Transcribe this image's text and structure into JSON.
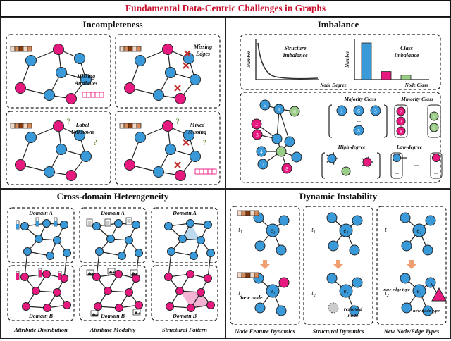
{
  "title": "Fundamental Data-Centric Challenges in Graphs",
  "colors": {
    "title_red": "#c8102e",
    "node_blue": "#3a9ad9",
    "node_pink": "#e6197f",
    "node_green": "#9acd87",
    "cross_red": "#c0302e",
    "question_green": "#5a8a2a",
    "arrow_orange": "#f0a070",
    "bar_blue": "#3a9ad9",
    "bar_pink": "#e6197f",
    "bar_green": "#9acd87"
  },
  "incompleteness": {
    "title": "Incompleteness",
    "panels": [
      {
        "label_line1": "Missing",
        "label_line2": "Attributes"
      },
      {
        "label_line1": "Missing",
        "label_line2": "Edges"
      },
      {
        "label_line1": "Label",
        "label_line2": "Unknown"
      },
      {
        "label_line1": "Mixed",
        "label_line2": "Missing"
      }
    ],
    "question_mark": "?"
  },
  "imbalance": {
    "title": "Imbalance",
    "structure_chart": {
      "ylabel": "Number",
      "label_line1": "Structure",
      "label_line2": "Imbalance",
      "xlabel": "Node Degree"
    },
    "class_chart": {
      "ylabel": "Number",
      "label_line1": "Class",
      "label_line2": "Imbalance",
      "xlabel": "Node Class",
      "bars": [
        1.0,
        0.22,
        0.12
      ]
    },
    "majority_label": "Majority Class",
    "minority_label": "Minority Class",
    "high_degree_label": "High-degree",
    "low_degree_label": "Low-degree",
    "ellipsis": "...",
    "node_numbers": [
      "1",
      "2",
      "3",
      "4",
      "5",
      "6",
      "7",
      "8"
    ]
  },
  "cross_domain": {
    "title": "Cross-domain Heterogeneity",
    "domain_a": "Domain A",
    "domain_b": "Domain B",
    "captions": [
      "Attribute Distribution",
      "Attribute Modality",
      "Structural Pattern"
    ]
  },
  "dynamic": {
    "title": "Dynamic Instability",
    "t1": "t",
    "t1_sub": "1",
    "t2": "t",
    "t2_sub": "2",
    "e1": "e",
    "e1_sub": "1",
    "new_node": "new node",
    "removed_line1": "removed",
    "removed_line2": "node",
    "new_edge_type": "new edge type",
    "new_node_type": "new node type",
    "captions": [
      "Node Feature Dynamics",
      "Structural Dynamics",
      "New Node/Edge Types"
    ]
  }
}
